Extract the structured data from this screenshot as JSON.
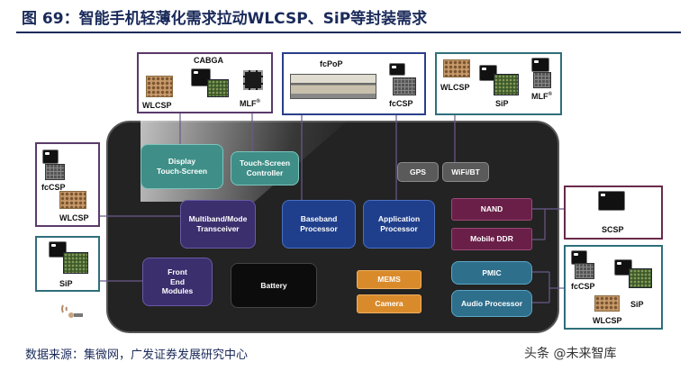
{
  "title": "图 69：智能手机轻薄化需求拉动WLCSP、SiP等封装需求",
  "source": "数据来源：集微网，广发证券发展研究中心",
  "watermark": "头条 @未来智库",
  "blocks": {
    "display_touch_screen": "Display\nTouch-Screen",
    "touch_screen_controller": "Touch-Screen\nController",
    "gps": "GPS",
    "wifi_bt": "WiFi/BT",
    "multiband_transceiver": "Multiband/Mode\nTransceiver",
    "baseband_processor": "Baseband\nProcessor",
    "application_processor": "Application\nProcessor",
    "nand": "NAND",
    "mobile_ddr": "Mobile DDR",
    "front_end_modules": "Front\nEnd\nModules",
    "battery": "Battery",
    "mems": "MEMS",
    "camera": "Camera",
    "pmic": "PMIC",
    "audio_processor": "Audio Processor"
  },
  "packages": {
    "top_left": {
      "cabga": "CABGA",
      "wlcsp": "WLCSP",
      "mlf": "MLF",
      "mlf_sup": "®"
    },
    "top_center": {
      "fcpop": "fcPoP",
      "fccsp": "fcCSP"
    },
    "top_right": {
      "wlcsp": "WLCSP",
      "sip": "SiP",
      "mlf": "MLF",
      "mlf_sup": "®"
    },
    "left_top": {
      "fccsp": "fcCSP",
      "wlcsp": "WLCSP"
    },
    "left_bottom": {
      "sip": "SiP"
    },
    "right_mid": {
      "scsp": "SCSP"
    },
    "right_bottom": {
      "fccsp": "fcCSP",
      "sip": "SiP",
      "wlcsp": "WLCSP"
    }
  },
  "icons": [
    "wifi-icon",
    "chip-icon"
  ],
  "colors": {
    "title": "#1a2a5a",
    "teal": "#3f8f88",
    "purple": "#3c2f6e",
    "blue": "#1f3f8c",
    "maroon": "#6a1f48",
    "orange": "#d98b2b",
    "steel": "#2e6f8c"
  }
}
